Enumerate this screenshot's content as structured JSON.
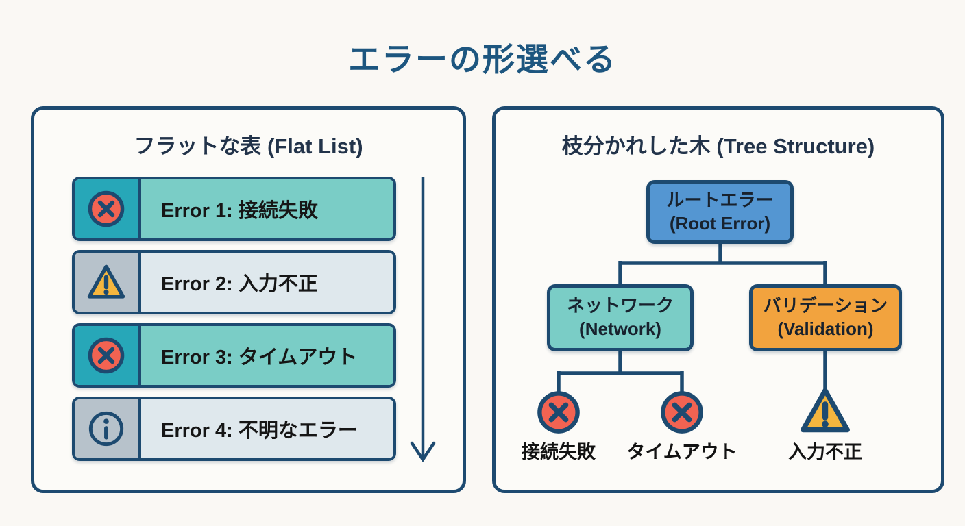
{
  "title": "エラーの形選べる",
  "colors": {
    "page_bg": "#faf8f4",
    "panel_bg": "#fcfbf8",
    "navy": "#1d4a70",
    "title": "#1d567f",
    "heading": "#22334a",
    "teal_dark": "#27a7b8",
    "teal_light": "#7acdc6",
    "gray_dark": "#b7c2cb",
    "gray_light": "#dfe8ed",
    "red": "#f26352",
    "yellow": "#f5b63e",
    "blue": "#5496d2",
    "orange": "#f2a33e"
  },
  "left_panel": {
    "title": "フラットな表 (Flat List)",
    "rows": [
      {
        "icon": "error-x",
        "label": "Error 1: 接続失敗"
      },
      {
        "icon": "warning",
        "label": "Error 2: 入力不正"
      },
      {
        "icon": "error-x",
        "label": "Error 3: タイムアウト"
      },
      {
        "icon": "info",
        "label": "Error 4: 不明なエラー"
      }
    ]
  },
  "right_panel": {
    "title": "枝分かれした木 (Tree Structure)",
    "root": {
      "line1": "ルートエラー",
      "line2": "(Root Error)"
    },
    "branches": [
      {
        "line1": "ネットワーク",
        "line2": "(Network)"
      },
      {
        "line1": "バリデーション",
        "line2": "(Validation)"
      }
    ],
    "leaves": [
      {
        "icon": "error-x",
        "label": "接続失敗"
      },
      {
        "icon": "error-x",
        "label": "タイムアウト"
      },
      {
        "icon": "warning",
        "label": "入力不正"
      }
    ]
  }
}
